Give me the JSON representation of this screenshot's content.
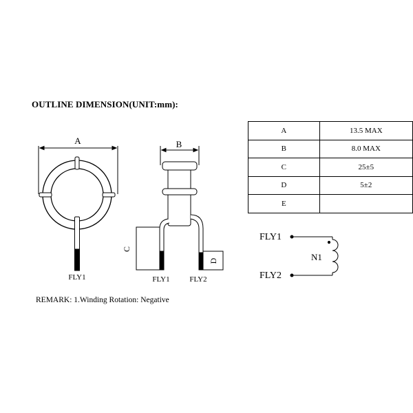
{
  "title": "OUTLINE DIMENSION(UNIT:mm):",
  "remark": "REMARK: 1.Winding Rotation: Negative",
  "dimension_table": [
    {
      "key": "A",
      "value": "13.5 MAX"
    },
    {
      "key": "B",
      "value": "8.0 MAX"
    },
    {
      "key": "C",
      "value": "25±5"
    },
    {
      "key": "D",
      "value": "5±2"
    },
    {
      "key": "E",
      "value": ""
    }
  ],
  "drawing_labels": {
    "dim_a": "A",
    "dim_b": "B",
    "dim_c": "C",
    "dim_d": "D",
    "top_view_lead": "FLY1",
    "side_view_lead_1": "FLY1",
    "side_view_lead_2": "FLY2"
  },
  "schematic": {
    "pin_1": "FLY1",
    "pin_2": "FLY2",
    "winding": "N1"
  }
}
